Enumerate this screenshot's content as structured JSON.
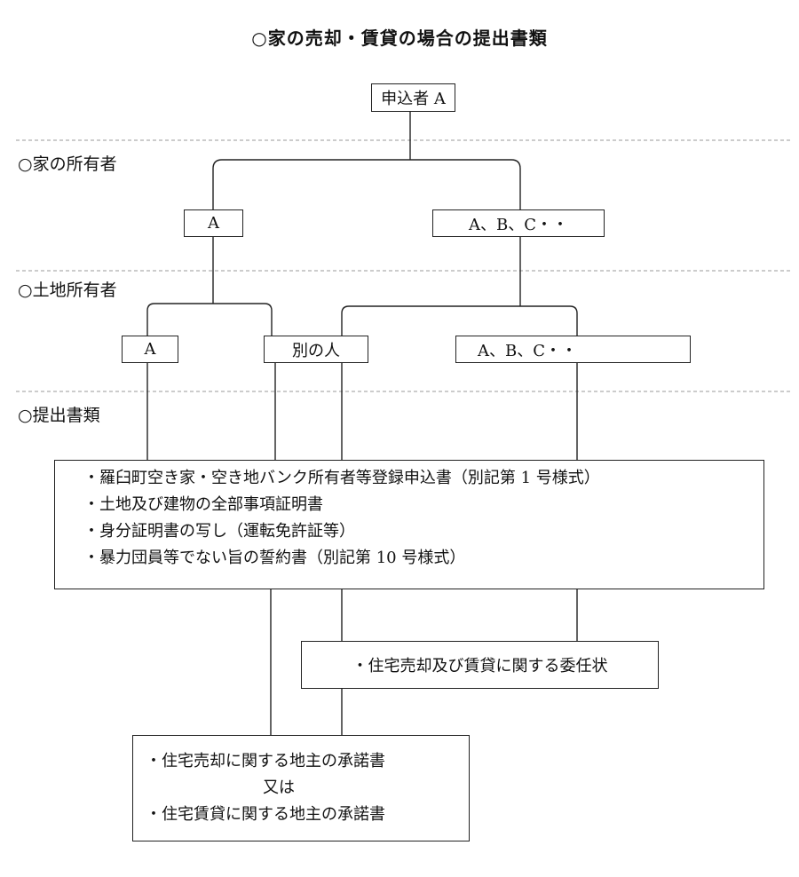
{
  "title": "○家の売却・賃貸の場合の提出書類",
  "sections": {
    "owner": "○家の所有者",
    "land": "○土地所有者",
    "docs": "○提出書類"
  },
  "applicant": "申込者 A",
  "house_owner": {
    "single": "A",
    "multiple": "A、B、C・・"
  },
  "land_owner": {
    "same": "A",
    "other": "別の人",
    "multiple": "A、B、C・・"
  },
  "documents_common": [
    "・羅臼町空き家・空き地バンク所有者等登録申込書（別記第 1 号様式）",
    "・土地及び建物の全部事項証明書",
    "・身分証明書の写し（運転免許証等）",
    "・暴力団員等でない旨の誓約書（別記第 10 号様式）"
  ],
  "document_proxy": "・住宅売却及び賃貸に関する委任状",
  "document_consent": {
    "line1": "・住宅売却に関する地主の承諾書",
    "or": "又は",
    "line2": "・住宅賃貸に関する地主の承諾書"
  }
}
